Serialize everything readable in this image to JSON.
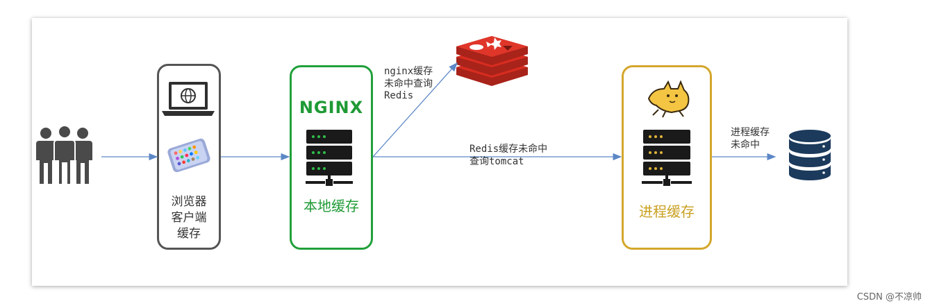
{
  "nodes": {
    "browser": {
      "label": "浏览器\n客户端\n缓存"
    },
    "nginx": {
      "logo_text": "NGINX",
      "label": "本地缓存"
    },
    "process": {
      "label": "进程缓存"
    }
  },
  "edges": {
    "nginx_to_redis": "nginx缓存\n未命中查询\nRedis",
    "nginx_to_tomcat": "Redis缓存未命中\n查询tomcat",
    "process_to_db": "进程缓存\n未命中"
  },
  "watermark": "CSDN @不凉帅",
  "colors": {
    "nginx": "#1f9a35",
    "process": "#d4a72c",
    "redis": "#d82c20",
    "database": "#1b3a5c",
    "server": "#1a1a1a",
    "arrow": "#5b87c6"
  }
}
